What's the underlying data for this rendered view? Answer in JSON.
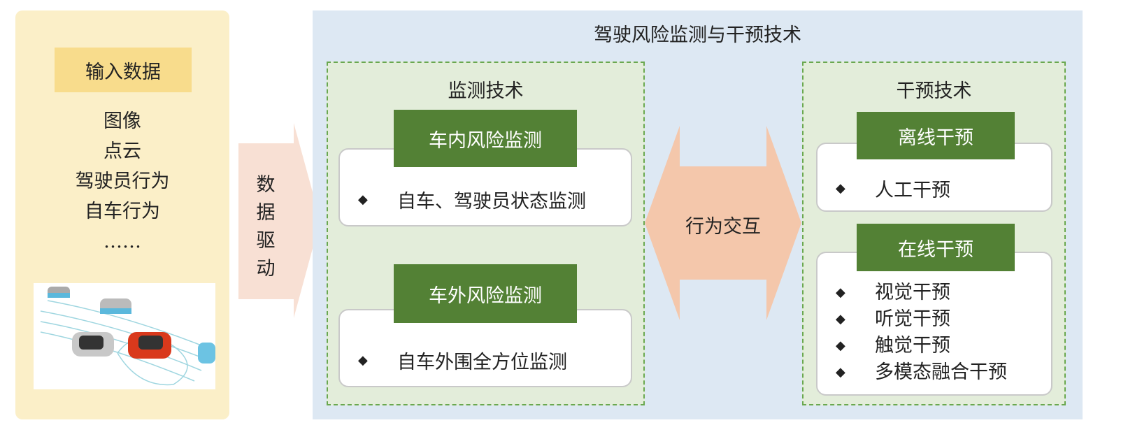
{
  "input": {
    "title": "输入数据",
    "items": [
      "图像",
      "点云",
      "驾驶员行为",
      "自车行为",
      "……"
    ]
  },
  "arrow_data_driven": {
    "chars": [
      "数",
      "据",
      "驱",
      "动"
    ]
  },
  "main_title": "驾驶风险监测与干预技术",
  "monitoring": {
    "title": "监测技术",
    "in_car": {
      "label": "车内风险监测",
      "items": [
        "自车、驾驶员状态监测"
      ]
    },
    "out_car": {
      "label": "车外风险监测",
      "items": [
        "自车外围全方位监测"
      ]
    }
  },
  "interaction": "行为交互",
  "intervention": {
    "title": "干预技术",
    "offline": {
      "label": "离线干预",
      "items": [
        "人工干预"
      ]
    },
    "online": {
      "label": "在线干预",
      "items": [
        "视觉干预",
        "听觉干预",
        "触觉干预",
        "多模态融合干预"
      ]
    }
  },
  "bullet": "◆",
  "colors": {
    "green": "#538135",
    "arrow": "#f8e0d4",
    "double_arrow": "#f4c7ab"
  }
}
